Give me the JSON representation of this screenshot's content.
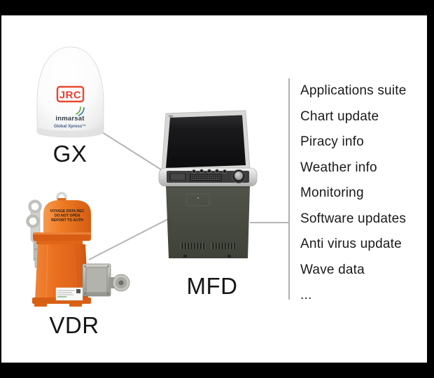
{
  "colors": {
    "frame": "#000000",
    "background": "#ffffff",
    "connector_line": "#b5b5b5",
    "jrc_red": "#e8402e",
    "inmarsat_text": "#323d46",
    "global_xpress_text": "#47608a",
    "vdr_orange": "#ea701f",
    "mfd_cabinet": "#474a41"
  },
  "gx": {
    "label": "GX",
    "dome_logo_jrc": "JRC",
    "dome_logo_inmarsat": "inmarsat",
    "dome_logo_global_xpress": "Global Xpress™"
  },
  "vdr": {
    "label": "VDR",
    "cap_line1": "VOYAGE DATA REC",
    "cap_line2": "DO NOT OPEN",
    "cap_line3": "REPORT TO AUTH"
  },
  "mfd": {
    "label": "MFD"
  },
  "services": {
    "items": [
      "Applications suite",
      "Chart update",
      "Piracy info",
      "Weather info",
      "Monitoring",
      "Software updates",
      "Anti virus update",
      "Wave data",
      "..."
    ]
  }
}
